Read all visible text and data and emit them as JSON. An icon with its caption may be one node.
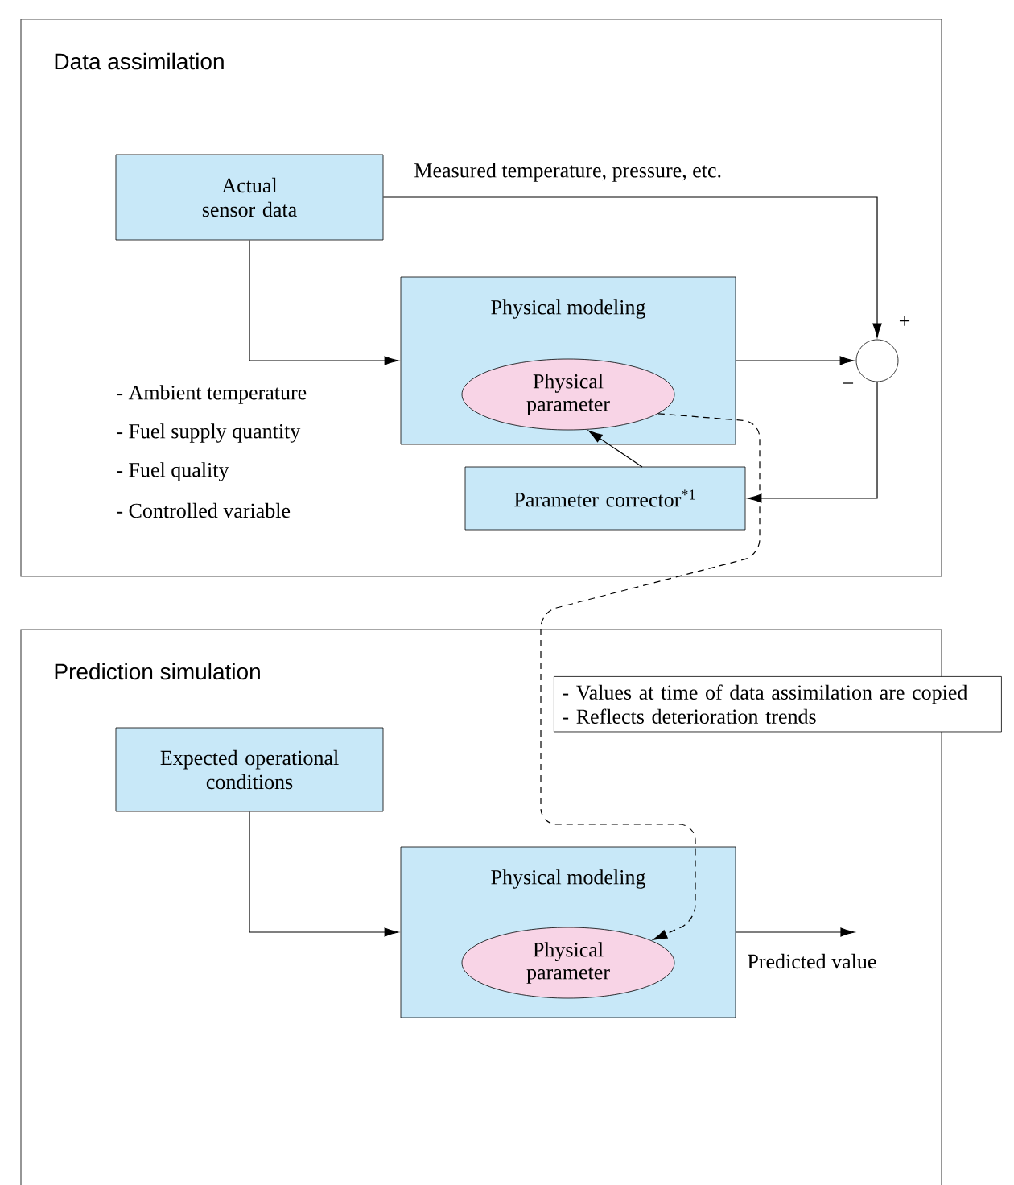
{
  "diagram": {
    "nodes": [
      {
        "text": [
          "Data assimilation"
        ]
      },
      {
        "text": [
          "Actual sensor data"
        ],
        "in": 0
      },
      {
        "text": [
          "Physical modeling"
        ],
        "in": 0
      },
      {
        "text": [
          "Physical parameter"
        ],
        "in": 2
      },
      {
        "text": [],
        "shape": "circle",
        "in": 0,
        "beside": [
          "+",
          "−"
        ]
      },
      {
        "text": [
          "Parameter corrector$^{*1}$"
        ],
        "in": 0
      },
      {
        "text": [
          "Prediction simulation"
        ]
      },
      {
        "text": [
          "Expected operational conditions"
        ],
        "in": 6
      },
      {
        "text": [
          "Physical modeling"
        ],
        "in": 6
      },
      {
        "text": [
          "Physical parameter"
        ],
        "in": 8
      },
      {
        "text": [
          "- Values at time of data assimilation are copied",
          "- Reflects deterioration trends"
        ]
      }
    ],
    "edges": [
      {
        "from": 1,
        "to": 2,
        "arrow": "to"
      },
      {
        "from": 1,
        "to": 4,
        "arrow": "to",
        "label": "Measured temperature, pressure, etc."
      },
      {
        "from": 2,
        "to": 4,
        "arrow": "to"
      },
      {
        "from": 4,
        "to": 5,
        "arrow": "to"
      },
      {
        "from": 5,
        "to": 3,
        "arrow": "to"
      },
      {
        "from": 3,
        "to": 9,
        "arrow": "to",
        "style": "dashed"
      },
      {
        "from": 7,
        "to": 8,
        "arrow": "to"
      },
      {
        "from": 8,
        "to": null,
        "arrow": "to",
        "label": "Predicted value"
      }
    ],
    "labels": [
      "- Ambient temperature",
      "- Fuel supply quantity",
      "- Fuel quality",
      "- Controlled variable"
    ]
  }
}
